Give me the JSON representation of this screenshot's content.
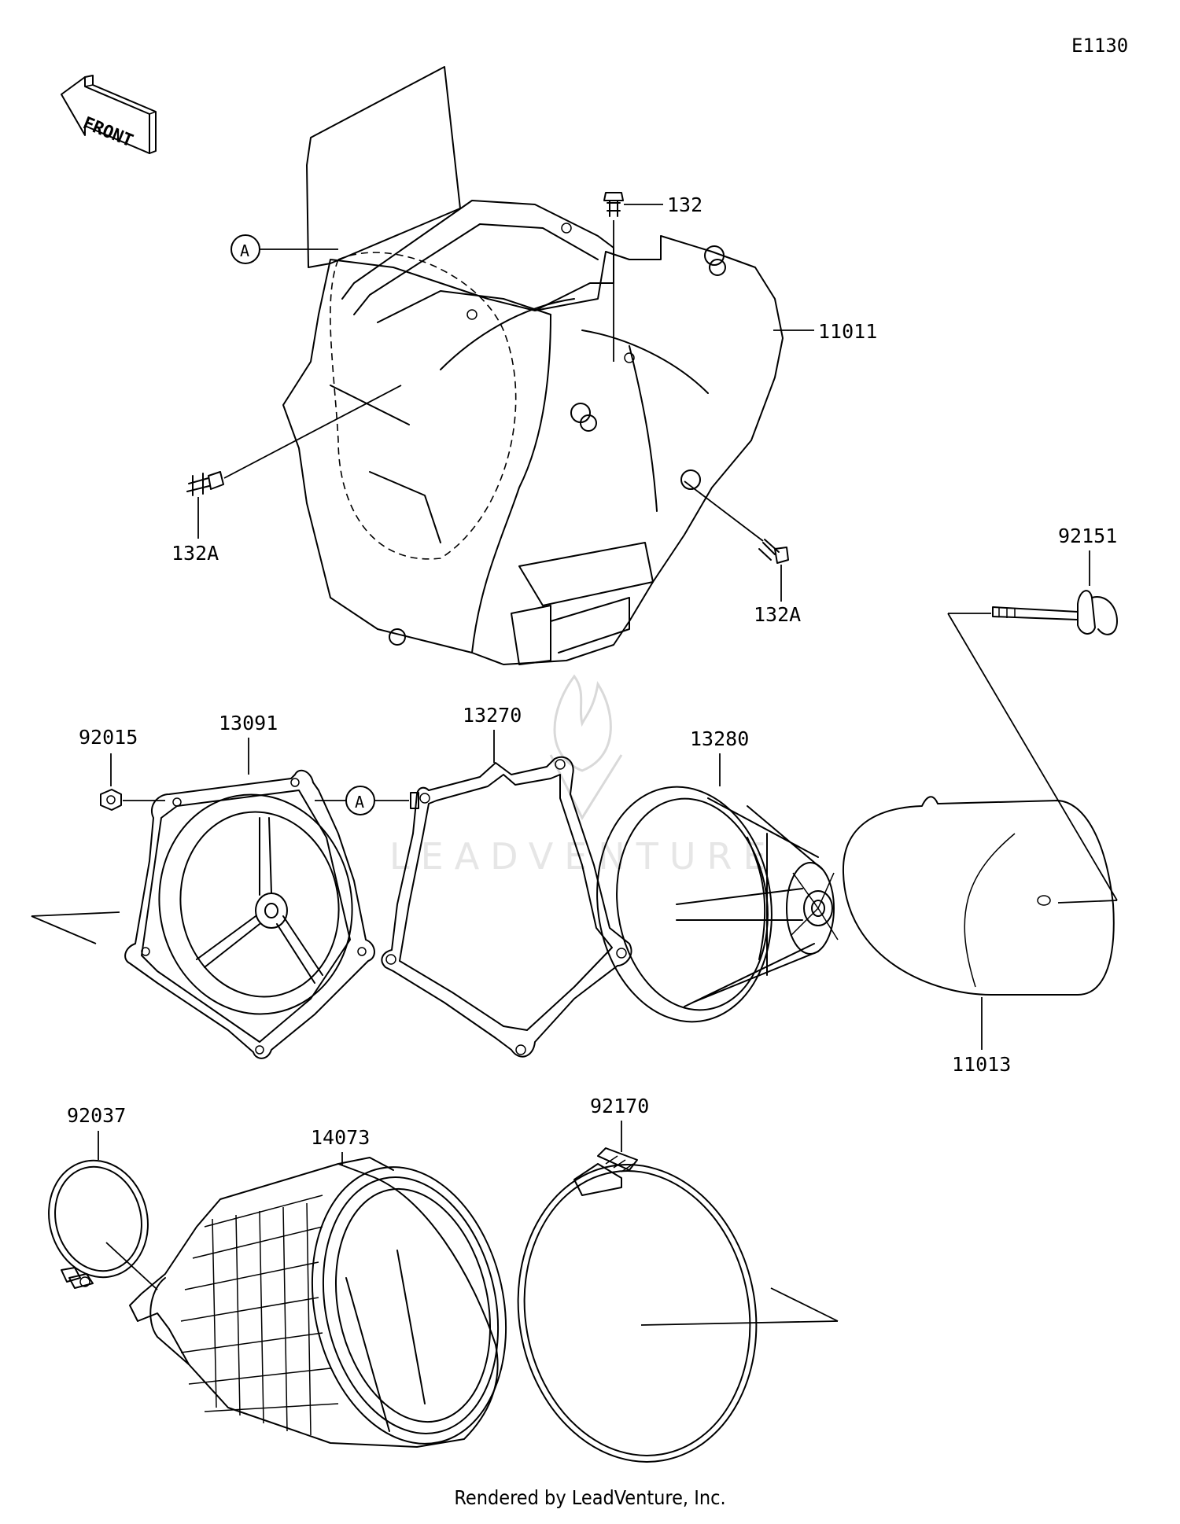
{
  "diagram_code": "E1130",
  "footer": "Rendered by LeadVenture, Inc.",
  "watermark": "LEADVENTURE",
  "front_arrow": "FRONT",
  "ref_marker": "A",
  "parts": {
    "p132": "132",
    "p132A": "132A",
    "p11011": "11011",
    "p92151": "92151",
    "p92015": "92015",
    "p13091": "13091",
    "p13270": "13270",
    "p13280": "13280",
    "p11013": "11013",
    "p92037": "92037",
    "p14073": "14073",
    "p92170": "92170"
  }
}
